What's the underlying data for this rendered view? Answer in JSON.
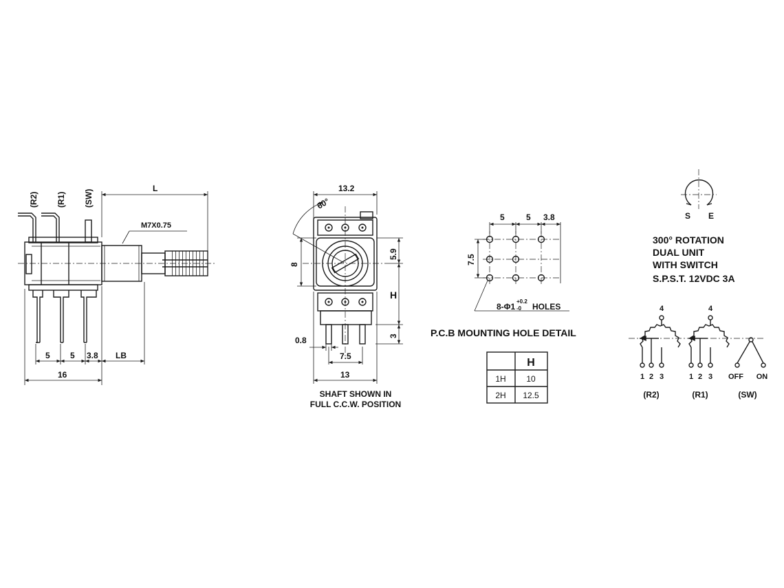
{
  "side_view": {
    "pin_labels": [
      "(R2)",
      "(R1)",
      "(SW)"
    ],
    "length_label": "L",
    "thread_label": "M7X0.75",
    "dims": [
      "5",
      "5",
      "3.8",
      "LB"
    ],
    "overall_label": "16"
  },
  "front_view": {
    "width_top": "13.2",
    "angle": "60°",
    "height_left": "8",
    "dim_right_top": "5.9",
    "dim_right_h": "H",
    "dim_right_bottom": "3",
    "pin_thickness": "0.8",
    "pin_spacing": "7.5",
    "width_bottom": "13",
    "caption_line1": "SHAFT SHOWN IN",
    "caption_line2": "FULL C.C.W. POSITION"
  },
  "pcb": {
    "dims_top": [
      "5",
      "5",
      "3.8"
    ],
    "dim_left": "7.5",
    "holes_prefix": "8-Φ1",
    "tol_plus": "+0.2",
    "tol_minus": "-0",
    "holes_suffix": "HOLES",
    "title": "P.C.B MOUNTING HOLE DETAIL"
  },
  "h_table": {
    "header": [
      "",
      "H"
    ],
    "rows": [
      [
        "1H",
        "10"
      ],
      [
        "2H",
        "12.5"
      ]
    ]
  },
  "rotation": {
    "start_label": "S",
    "end_label": "E",
    "spec_lines": [
      "300° ROTATION",
      "DUAL UNIT",
      "WITH SWITCH",
      "S.P.S.T. 12VDC 3A"
    ]
  },
  "schematic": {
    "r2": {
      "top": "4",
      "pins": [
        "1",
        "2",
        "3"
      ],
      "label": "(R2)"
    },
    "r1": {
      "top": "4",
      "pins": [
        "1",
        "2",
        "3"
      ],
      "label": "(R1)"
    },
    "sw": {
      "pins": [
        "OFF",
        "ON"
      ],
      "label": "(SW)"
    }
  },
  "colors": {
    "ink": "#1a1a1a",
    "paper": "#ffffff"
  }
}
